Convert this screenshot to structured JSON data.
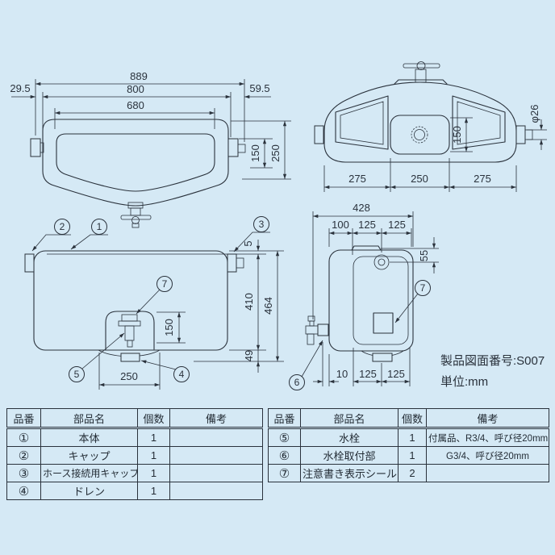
{
  "page": {
    "bg_color": "#d5e9f5",
    "line_color": "#2a323c"
  },
  "drawing_info": {
    "drawing_number": "製品図面番号:S007",
    "unit": "単位:mm"
  },
  "front_view": {
    "dims": {
      "total_width": "889",
      "outer_width": "800",
      "inner_width": "680",
      "left_offset": "29.5",
      "right_offset": "59.5",
      "cap_height": "150",
      "total_height": "250"
    }
  },
  "plan_view": {
    "dims": {
      "left_section": "275",
      "center_section": "250",
      "right_section": "275",
      "panel_height": "150",
      "cap_diameter": "φ26"
    }
  },
  "parts_view": {
    "callouts": {
      "c1": "1",
      "c2": "2",
      "c3": "3",
      "c4": "4",
      "c5": "5",
      "c7": "7"
    },
    "dims": {
      "lip": "5",
      "body_height": "410",
      "total_height": "464",
      "recess_height": "150",
      "drain_height": "49",
      "recess_width": "250"
    }
  },
  "side_view": {
    "callouts": {
      "c6": "6",
      "c7": "7"
    },
    "dims": {
      "total_depth": "428",
      "top_a": "100",
      "top_b": "125",
      "top_c": "125",
      "inlet_offset": "55",
      "bottom_a": "10",
      "bottom_b": "125",
      "bottom_c": "125"
    }
  },
  "parts_table_left": {
    "headers": [
      "品番",
      "部品名",
      "個数",
      "備考"
    ],
    "rows": [
      {
        "no": "①",
        "name": "本体",
        "qty": "1",
        "note": ""
      },
      {
        "no": "②",
        "name": "キャップ",
        "qty": "1",
        "note": ""
      },
      {
        "no": "③",
        "name": "ホース接続用キャップ",
        "qty": "1",
        "note": ""
      },
      {
        "no": "④",
        "name": "ドレン",
        "qty": "1",
        "note": ""
      }
    ]
  },
  "parts_table_right": {
    "headers": [
      "品番",
      "部品名",
      "個数",
      "備考"
    ],
    "rows": [
      {
        "no": "⑤",
        "name": "水栓",
        "qty": "1",
        "note": "付属品、R3/4、呼び径20mm"
      },
      {
        "no": "⑥",
        "name": "水栓取付部",
        "qty": "1",
        "note": "G3/4、呼び径20mm"
      },
      {
        "no": "⑦",
        "name": "注意書き表示シール",
        "qty": "2",
        "note": ""
      }
    ]
  }
}
